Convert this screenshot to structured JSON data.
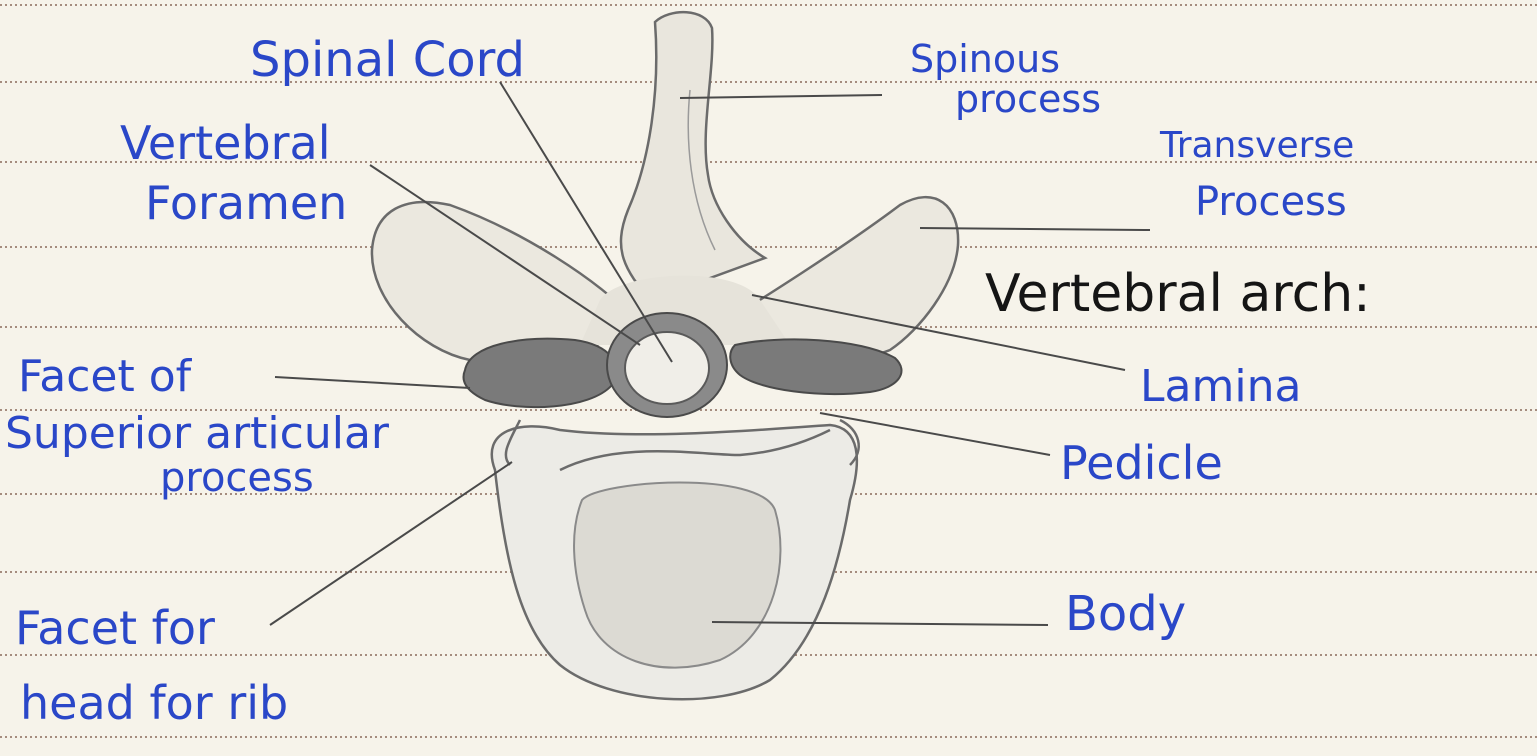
{
  "diagram": {
    "labels": {
      "spinal_cord": "Spinal Cord",
      "spinous_process": [
        "Spinous",
        "process"
      ],
      "vertebral_foramen": [
        "Vertebral",
        "Foramen"
      ],
      "transverse_process": [
        "Transverse",
        "Process"
      ],
      "vertebral_arch_heading": "Vertebral arch:",
      "facet_superior": [
        "Facet of",
        "Superior articular",
        "process"
      ],
      "lamina": "Lamina",
      "pedicle": "Pedicle",
      "body": "Body",
      "facet_rib": [
        "Facet for",
        "head for rib"
      ]
    },
    "colors": {
      "paper": "#f6f3ea",
      "ruled_line": "#8a6a5a",
      "ink_blue": "#2a47c8",
      "ink_black": "#151515",
      "pencil": "#6b6b6b",
      "shading": "#7a7a7a"
    }
  }
}
